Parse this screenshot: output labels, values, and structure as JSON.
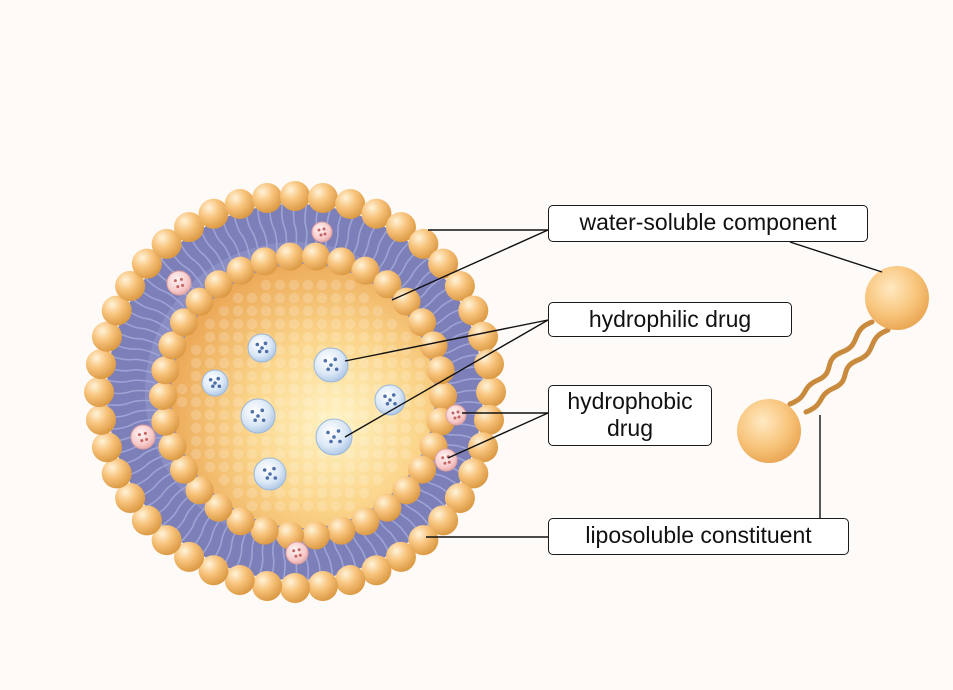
{
  "labels": {
    "water_soluble": "water-soluble component",
    "hydrophilic": "hydrophilic drug",
    "hydrophobic_line1": "hydrophobic",
    "hydrophobic_line2": "drug",
    "liposoluble": "liposoluble constituent"
  },
  "colors": {
    "background": "#fdfaf7",
    "lipid_head": "#f2b768",
    "lipid_head_highlight": "#fde3b4",
    "lipid_tail": "#9fa6d6",
    "core_fill": "#f7c37a",
    "hydrophilic_drug": "#cfe0f2",
    "hydrophilic_dots": "#4f6fa8",
    "hydrophobic_drug": "#f6c9c9",
    "hydrophobic_dots": "#c46464",
    "tail_strand": "#c98a3e",
    "line": "#111111"
  },
  "icons": {
    "liposome": "liposome-cutaway",
    "phospholipid": "phospholipid-molecule"
  }
}
